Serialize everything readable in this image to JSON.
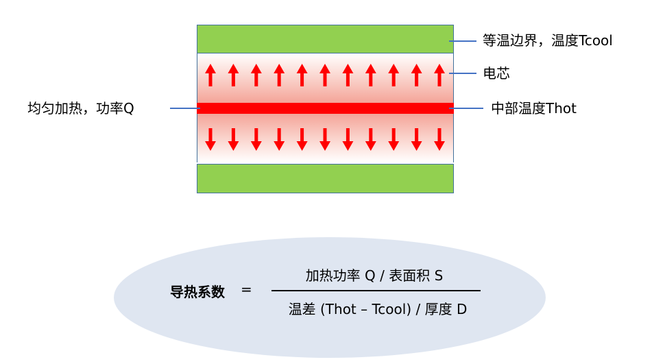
{
  "labels": {
    "boundary": "等温边界，温度Tcool",
    "core": "电芯",
    "center_temp": "中部温度Thot",
    "heating": "均匀加热，功率Q"
  },
  "formula": {
    "lhs": "导热系数",
    "equals": "=",
    "numerator": "加热功率 Q / 表面积 S",
    "denominator": "温差 (Thot – Tcool) / 厚度 D"
  },
  "colors": {
    "plate": "#92d050",
    "heater": "#ff0000",
    "arrow": "#ff0000",
    "leader": "#4472c4",
    "ellipse": "#dfe6f1"
  },
  "arrow_count_per_row": 11
}
